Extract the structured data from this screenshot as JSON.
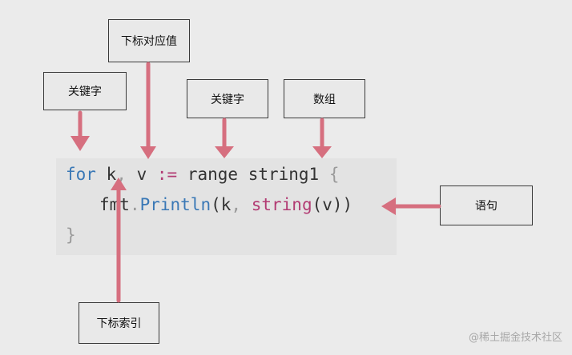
{
  "labels": {
    "index_value": "下标对应值",
    "keyword_1": "关键字",
    "keyword_2": "关键字",
    "array": "数组",
    "statement": "语句",
    "index": "下标索引"
  },
  "code": {
    "line1": {
      "for": "for",
      "sp1": " ",
      "k": "k",
      "comma": ",",
      "sp2": " ",
      "v": "v",
      "sp3": " ",
      "assign": ":=",
      "sp4": " ",
      "range": "range",
      "sp5": " ",
      "var": "string1",
      "sp6": " ",
      "brace_open": "{"
    },
    "line2": {
      "pkg": "fmt",
      "dot": ".",
      "func": "Println",
      "paren_open": "(",
      "k": "k",
      "comma": ",",
      "sp": " ",
      "type": "string",
      "paren_open2": "(",
      "v": "v",
      "paren_close": "))"
    },
    "line3": {
      "brace_close": "}"
    }
  },
  "colors": {
    "arrow": "#d66f7f",
    "keyword": "#3a78b6",
    "operator": "#b23b73",
    "background": "#ebebeb"
  },
  "watermark": "@稀土掘金技术社区"
}
